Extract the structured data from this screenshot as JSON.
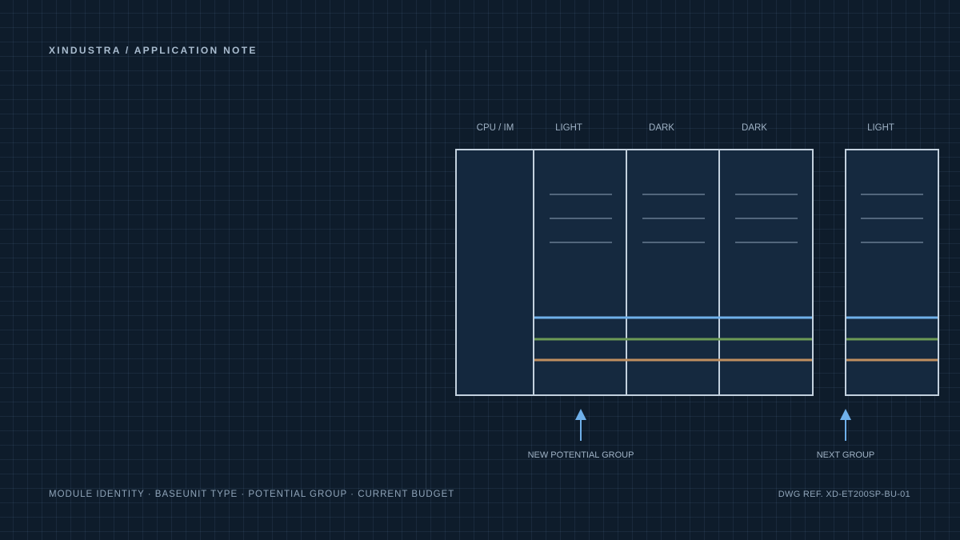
{
  "header": {
    "brand": "XINDUSTRA / APPLICATION NOTE"
  },
  "diagram": {
    "modules": [
      {
        "label": "CPU / IM",
        "kind": "cpu"
      },
      {
        "label": "LIGHT",
        "kind": "baseunit",
        "group": "new"
      },
      {
        "label": "DARK",
        "kind": "baseunit",
        "group": "new"
      },
      {
        "label": "DARK",
        "kind": "baseunit",
        "group": "new"
      },
      {
        "label": "LIGHT",
        "kind": "baseunit",
        "group": "next"
      }
    ],
    "bus_colors": {
      "bus_1": "#6fb0ea",
      "bus_2": "#6d9b56",
      "bus_3": "#c09060"
    },
    "callouts": {
      "new_group": "NEW POTENTIAL GROUP",
      "next_group": "NEXT GROUP"
    },
    "colors": {
      "module_fill": "#14283e",
      "module_stroke": "#c3d1de",
      "arrow": "#6fb0ea"
    }
  },
  "footer": {
    "legend": "MODULE IDENTITY · BASEUNIT TYPE · POTENTIAL GROUP · CURRENT BUDGET",
    "drawing_ref": "DWG REF. XD-ET200SP-BU-01"
  }
}
